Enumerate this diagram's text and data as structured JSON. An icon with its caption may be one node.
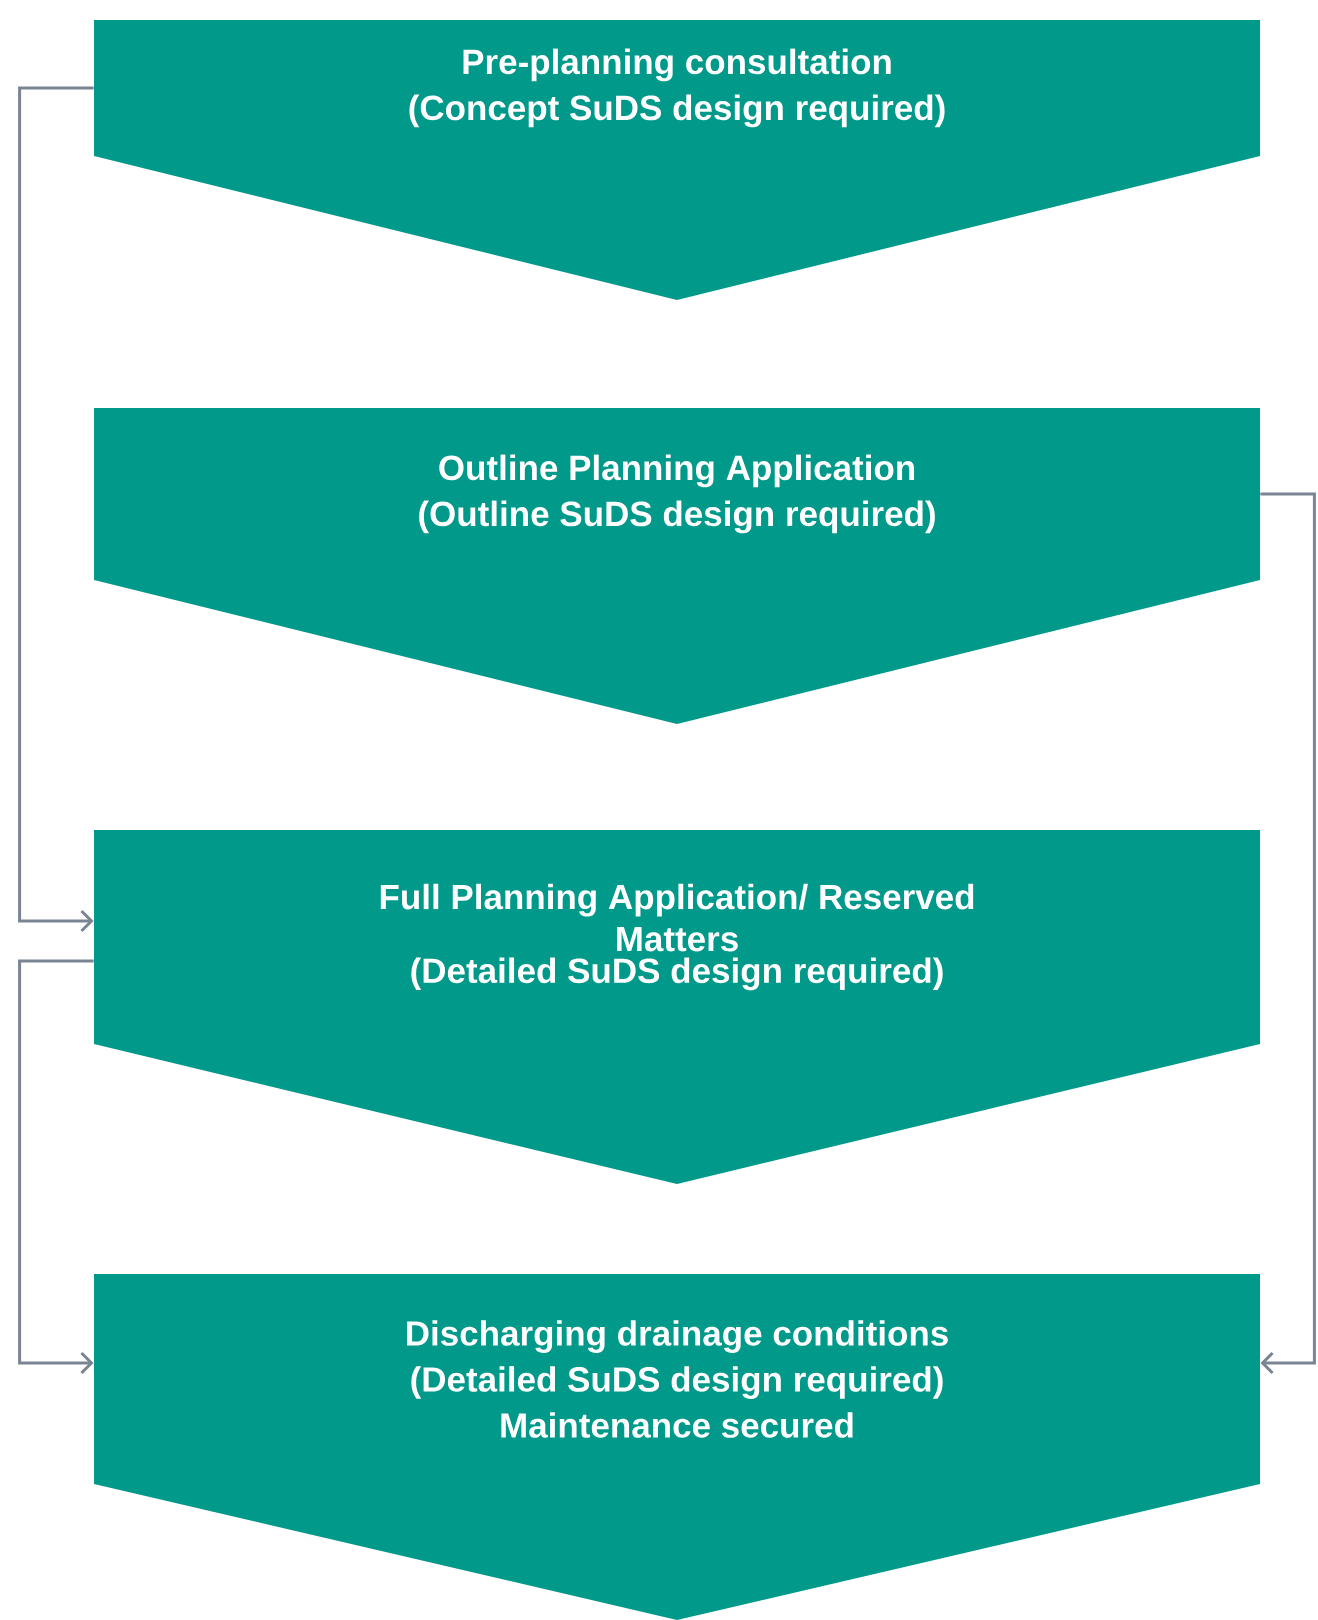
{
  "diagram": {
    "nodes": [
      {
        "text": [
          "Pre-planning consultation",
          "(Concept SuDS design required)"
        ]
      },
      {
        "text": [
          "Outline Planning Application",
          "(Outline SuDS design required)"
        ]
      },
      {
        "text": [
          "Full Planning Application/ Reserved Matters",
          "(Detailed SuDS design required)"
        ]
      },
      {
        "text": [
          "Discharging drainage conditions",
          "(Detailed SuDS design required)",
          "Maintenance secured"
        ]
      }
    ],
    "edges": [
      {
        "from": 0,
        "to": 2,
        "arrow": "to"
      },
      {
        "from": 2,
        "to": 3,
        "arrow": "to"
      },
      {
        "from": 1,
        "to": 3,
        "arrow": "to"
      }
    ]
  }
}
